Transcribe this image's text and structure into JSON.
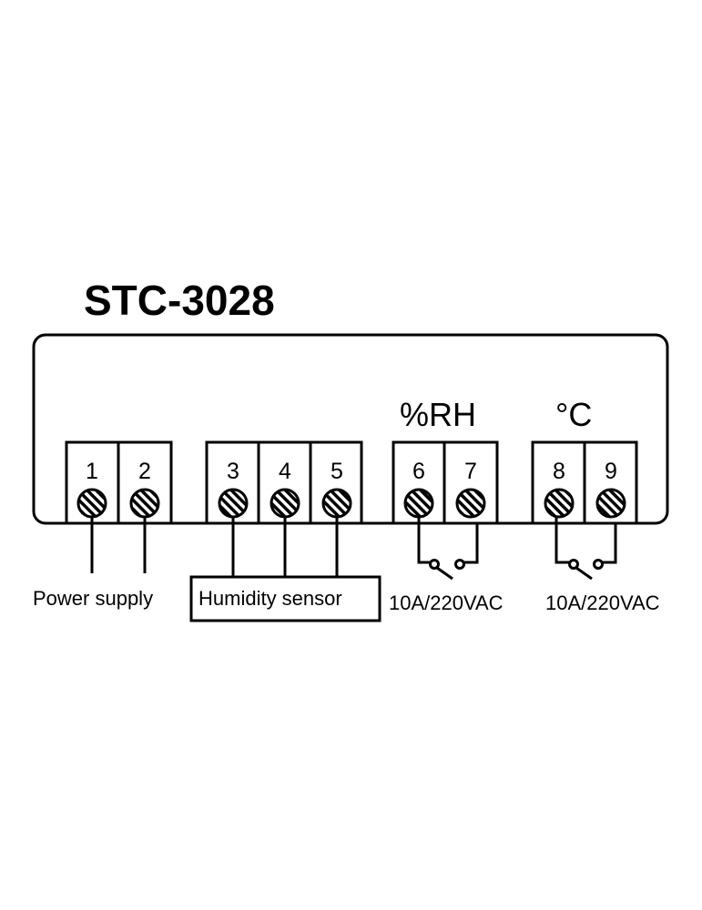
{
  "title": "STC-3028",
  "groups": {
    "humidity_relay": "%RH",
    "temperature_relay": "°C"
  },
  "terminals": [
    "1",
    "2",
    "3",
    "4",
    "5",
    "6",
    "7",
    "8",
    "9"
  ],
  "labels": {
    "power_supply": "Power supply",
    "humidity_sensor": "Humidity sensor",
    "rh_relay_rating": "10A/220VAC",
    "temp_relay_rating": "10A/220VAC"
  }
}
